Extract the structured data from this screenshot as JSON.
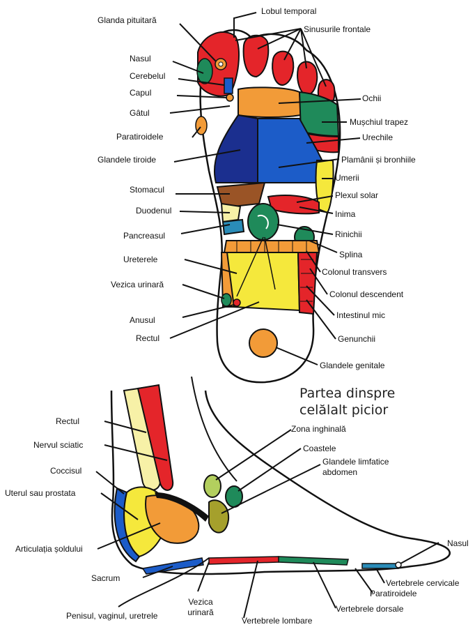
{
  "colors": {
    "red": "#e4252a",
    "green": "#1f8a5a",
    "blue": "#1c5cc8",
    "navy": "#1b2f8f",
    "yellow": "#f5e83c",
    "orange": "#f29b38",
    "brown": "#9a5426",
    "paleyellow": "#f7f1a7",
    "olive": "#a5a02c",
    "lightgreen": "#b3cf5e",
    "teal": "#2a8cb8",
    "black": "#111111"
  },
  "caption": {
    "line1": "Partea dinspre",
    "line2": "celălalt picior"
  },
  "sole_labels": {
    "lobul_temporal": "Lobul temporal",
    "glanda_pituitara": "Glanda pituitară",
    "sinusurile_frontale": "Sinusurile frontale",
    "nasul": "Nasul",
    "cerebelul": "Cerebelul",
    "capul": "Capul",
    "gatul": "Gâtul",
    "paratiroidele": "Paratiroidele",
    "glandele_tiroide": "Glandele tiroide",
    "stomacul": "Stomacul",
    "duodenul": "Duodenul",
    "pancreasul": "Pancreasul",
    "ureterele": "Ureterele",
    "vezica_urinara": "Vezica urinară",
    "anusul": "Anusul",
    "rectul": "Rectul",
    "ochii": "Ochii",
    "muschiul_trapez": "Mușchiul trapez",
    "urechile": "Urechile",
    "plamanii": "Plamânii și bronhiile",
    "umerii": "Umerii",
    "plexul_solar": "Plexul solar",
    "inima": "Inima",
    "rinichii": "Rinichii",
    "splina": "Splina",
    "colonul_transvers": "Colonul transvers",
    "colonul_descendent": "Colonul descendent",
    "intestinul_mic": "Intestinul mic",
    "genunchii": "Genunchii",
    "glandele_genitale": "Glandele genitale"
  },
  "side_labels": {
    "rectul": "Rectul",
    "nervul_sciatic": "Nervul sciatic",
    "coccisul": "Coccisul",
    "uterul": "Uterul sau prostata",
    "articulatia": "Articulația șoldului",
    "sacrum": "Sacrum",
    "penisul": "Penisul, vaginul, uretrele",
    "vezica_line1": "Vezica",
    "vezica_line2": "urinară",
    "vertebrele_lombare": "Vertebrele lombare",
    "vertebrele_dorsale": "Vertebrele dorsale",
    "paratiroidele": "Paratiroidele",
    "vertebrele_cervicale": "Vertebrele cervicale",
    "nasul": "Nasul",
    "zona_inghinala": "Zona inghinală",
    "coastele": "Coastele",
    "glandele_limf_line1": "Glandele limfatice",
    "glandele_limf_line2": "abdomen"
  }
}
